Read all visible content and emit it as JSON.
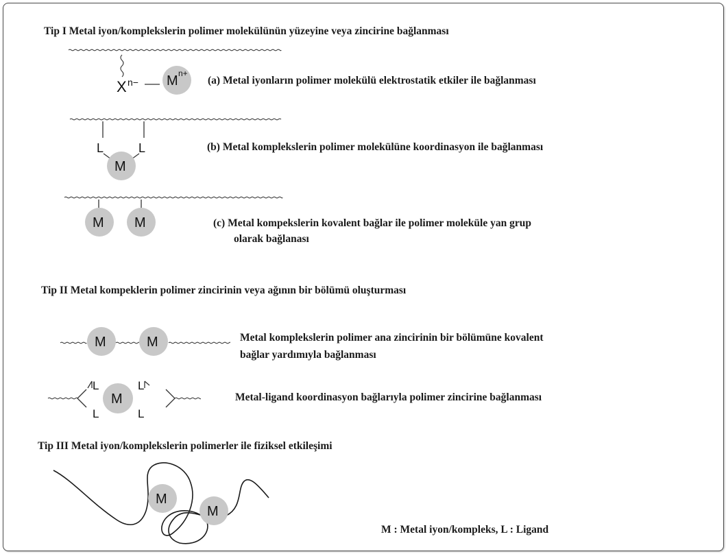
{
  "colors": {
    "metal_fill": "#c8c8c8",
    "line": "#333333",
    "text": "#1a1a1a",
    "border": "#4a4a4a"
  },
  "type1": {
    "heading": "Tip I Metal iyon/komplekslerin polimer molekülünün yüzeyine veya zincirine bağlanması",
    "a": {
      "caption": "(a) Metal iyonların polimer molekülü elektrostatik etkiler ile bağlanması",
      "x_label": "X",
      "x_sup": "n−",
      "m_label": "M",
      "m_sup": "n+"
    },
    "b": {
      "caption": "(b) Metal komplekslerin polimer molekülüne koordinasyon ile bağlanması",
      "l_left": "L",
      "l_right": "L",
      "m_label": "M"
    },
    "c": {
      "caption_line1": "(c) Metal kompekslerin kovalent bağlar ile polimer moleküle yan grup",
      "caption_line2": "olarak bağlanası",
      "m1": "M",
      "m2": "M"
    }
  },
  "type2": {
    "heading": "Tip II Metal kompeklerin polimer zincirinin veya ağının bir bölümü oluşturması",
    "row1": {
      "caption_line1": "Metal komplekslerin polimer ana zincirinin bir bölümüne kovalent",
      "caption_line2": "bağlar yardımıyla bağlanması",
      "m1": "M",
      "m2": "M"
    },
    "row2": {
      "caption": "Metal-ligand koordinasyon bağlarıyla polimer zincirine bağlanması",
      "m_label": "M",
      "ligands": [
        "L",
        "L",
        "L",
        "L"
      ]
    }
  },
  "type3": {
    "heading": "Tip III Metal iyon/komplekslerin polimerler ile fiziksel etkileşimi",
    "m1": "M",
    "m2": "M"
  },
  "legend": "M : Metal iyon/kompleks, L : Ligand"
}
